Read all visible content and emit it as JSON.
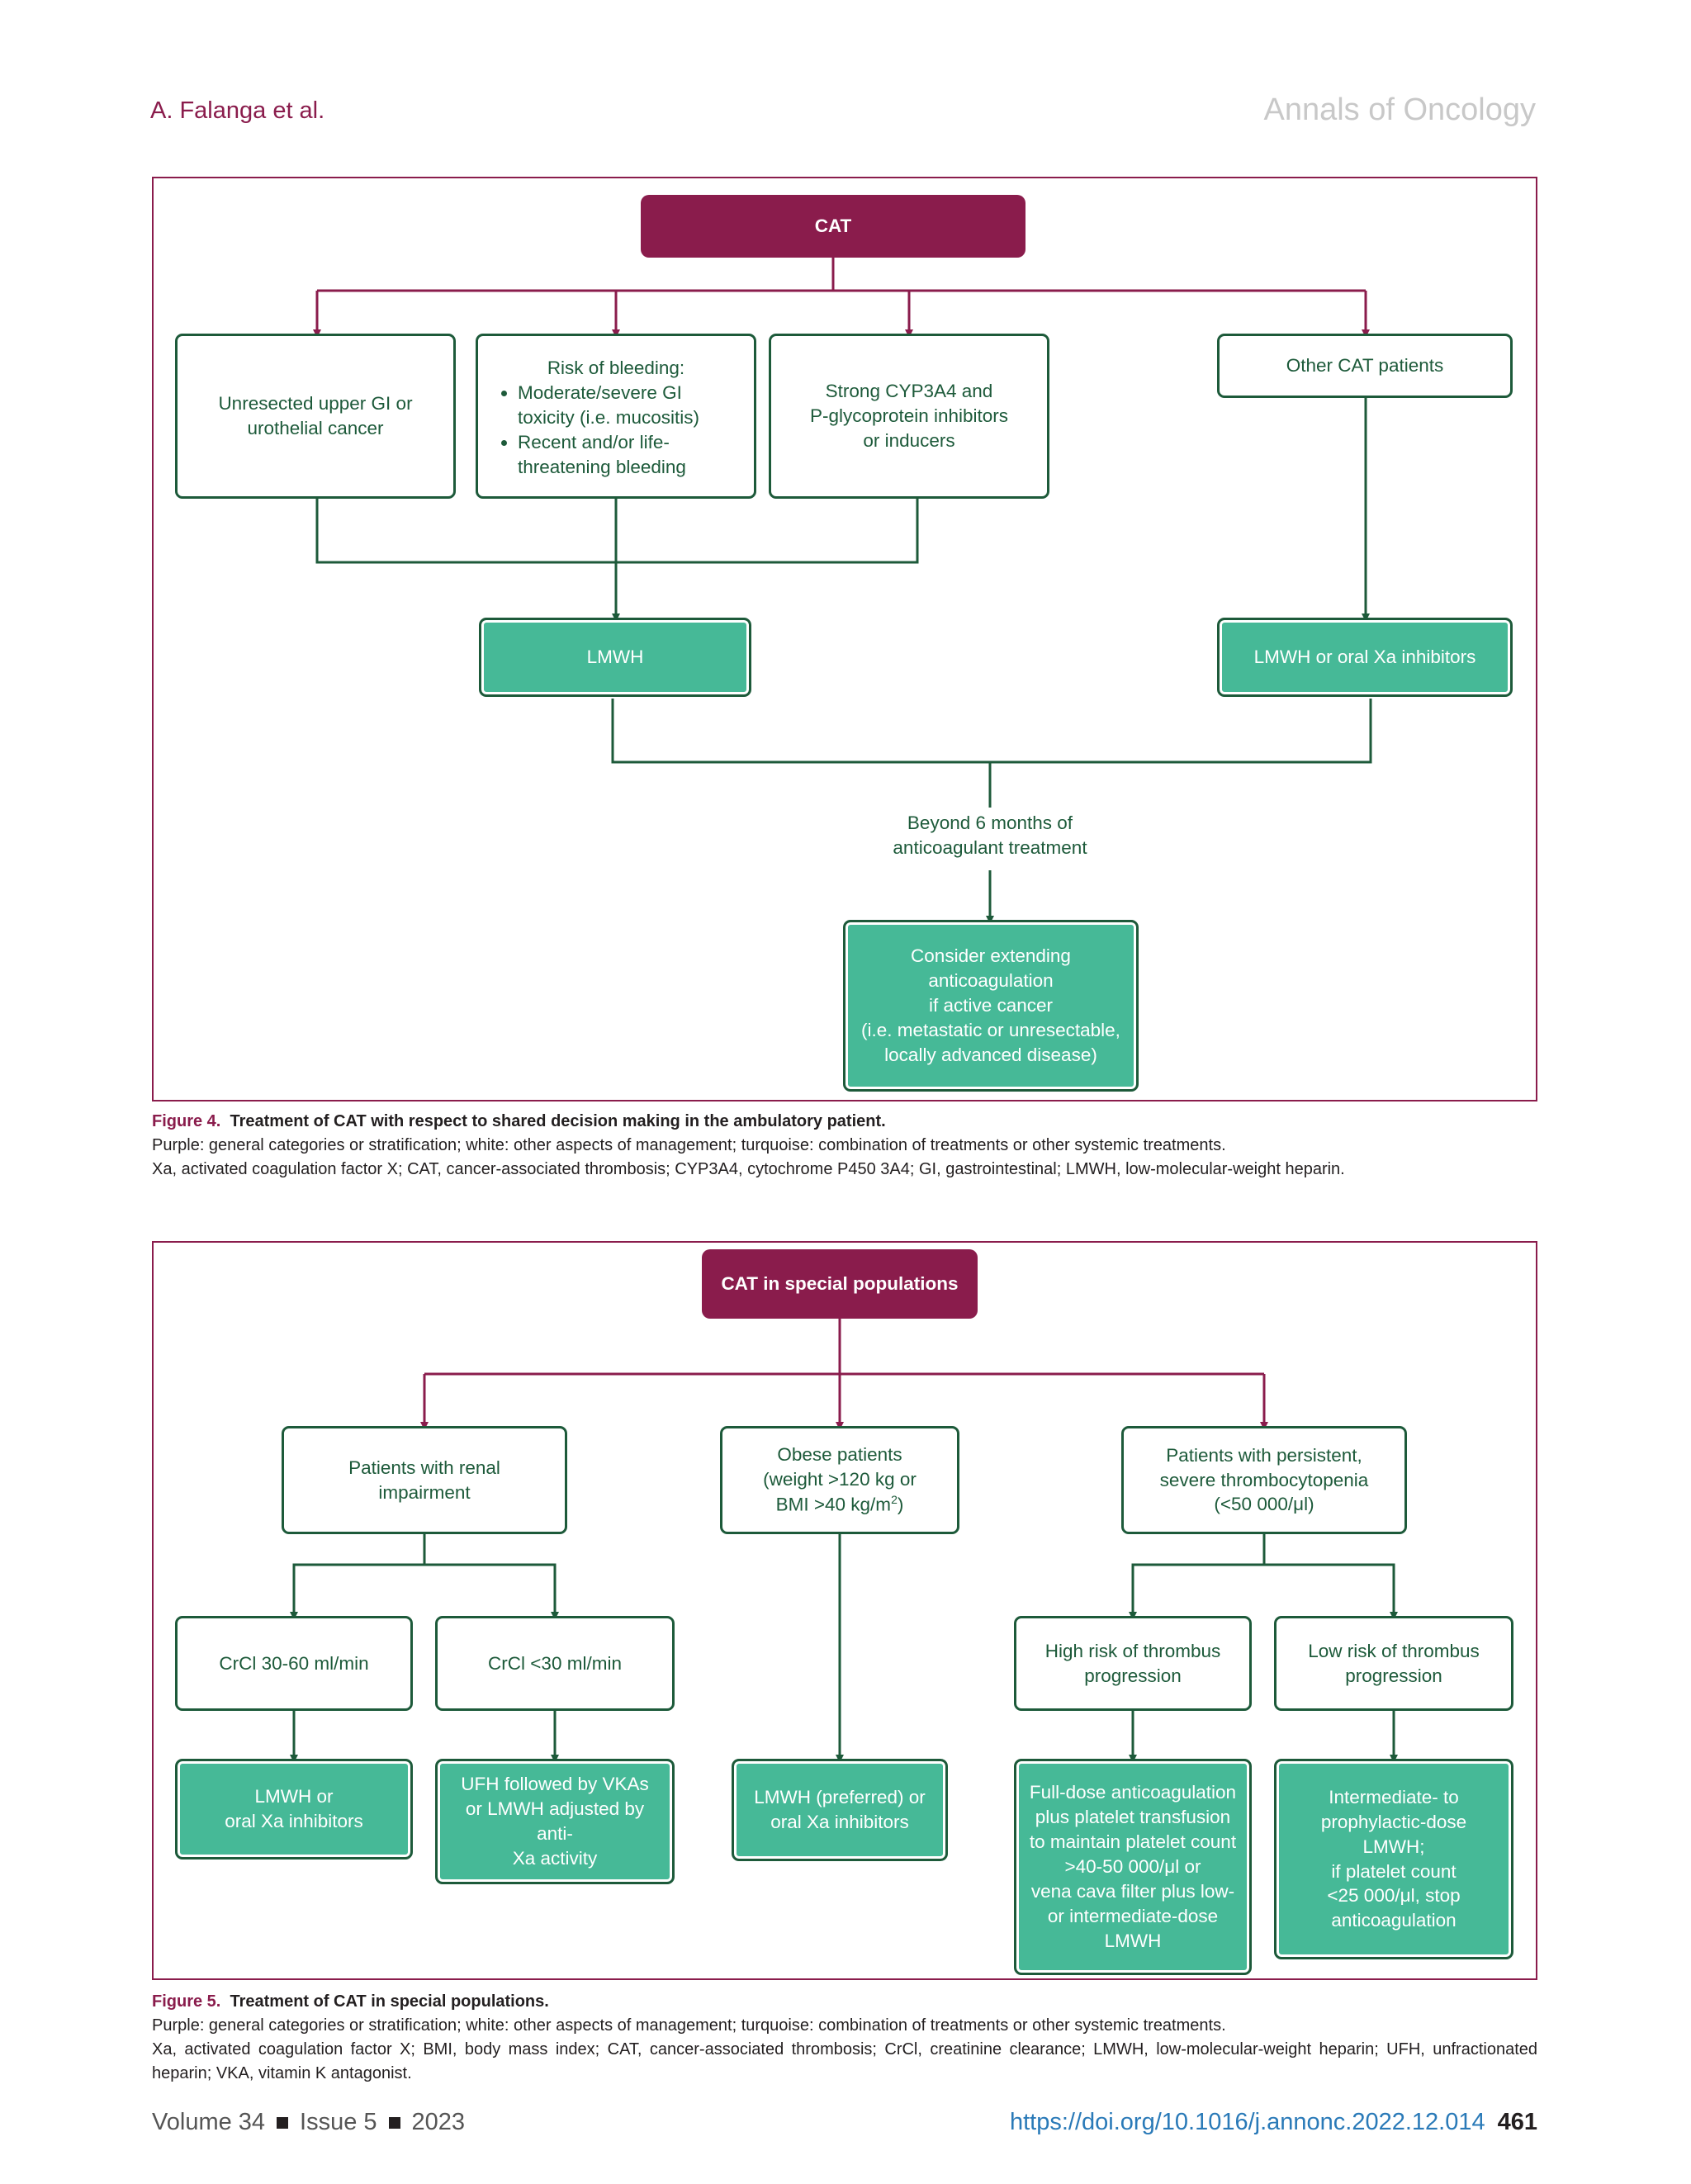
{
  "header": {
    "author": "A. Falanga et al.",
    "journal": "Annals of Oncology"
  },
  "figure4": {
    "cat": "CAT",
    "upper_gi": "Unresected upper GI or\nurothelial cancer",
    "risk_title": "Risk of bleeding:",
    "risk_items": [
      "Moderate/severe GI toxicity (i.e. mucositis)",
      "Recent and/or life-threatening bleeding"
    ],
    "cyp": "Strong CYP3A4 and\nP-glycoprotein inhibitors\nor inducers",
    "other": "Other CAT patients",
    "lmwh": "LMWH",
    "lmwh_xa": "LMWH or oral Xa inhibitors",
    "beyond": "Beyond 6 months of\nanticoagulant treatment",
    "consider": "Consider extending anticoagulation\nif active cancer\n(i.e. metastatic or unresectable,\nlocally advanced disease)"
  },
  "caption4": {
    "num": "Figure 4.",
    "title": "Treatment of CAT with respect to shared decision making in the ambulatory patient.",
    "line1": "Purple: general categories or stratification; white: other aspects of management; turquoise: combination of treatments or other systemic treatments.",
    "line2": "Xa, activated coagulation factor X; CAT, cancer-associated thrombosis; CYP3A4, cytochrome P450 3A4; GI, gastrointestinal; LMWH, low-molecular-weight heparin."
  },
  "figure5": {
    "top": "CAT in special populations",
    "renal": "Patients with renal\nimpairment",
    "obese_line1": "Obese patients",
    "obese_line2": "(weight >120 kg or",
    "obese_line3a": "BMI >40 kg/m",
    "obese_sup": "2",
    "obese_line3b": ")",
    "thrombo": "Patients with persistent,\nsevere thrombocytopenia\n(<50 000/μl)",
    "crcl3060": "CrCl 30-60 ml/min",
    "crcl30": "CrCl <30 ml/min",
    "high_risk": "High risk of thrombus\nprogression",
    "low_risk": "Low risk of thrombus\nprogression",
    "t_lmwh_xa": "LMWH or\noral Xa inhibitors",
    "t_ufh": "UFH followed by VKAs\nor LMWH adjusted by anti-\nXa activity",
    "t_preferred": "LMWH (preferred) or\noral Xa inhibitors",
    "t_fulldose": "Full-dose anticoagulation\nplus platelet transfusion\nto maintain platelet count\n>40-50 000/μl or\nvena cava filter plus low-\nor intermediate-dose\nLMWH",
    "t_intermediate": "Intermediate- to\nprophylactic-dose\nLMWH;\nif platelet count\n<25 000/μl, stop\nanticoagulation"
  },
  "caption5": {
    "num": "Figure 5.",
    "title": "Treatment of CAT in special populations.",
    "line1": "Purple: general categories or stratification; white: other aspects of management; turquoise: combination of treatments or other systemic treatments.",
    "line2": "Xa, activated coagulation factor X; BMI, body mass index; CAT, cancer-associated thrombosis; CrCl, creatinine clearance; LMWH, low-molecular-weight heparin; UFH, unfractionated heparin; VKA, vitamin K antagonist."
  },
  "footer": {
    "volume": "Volume 34",
    "issue": "Issue 5",
    "year": "2023",
    "doi": "https://doi.org/10.1016/j.annonc.2022.12.014",
    "page": "461"
  },
  "colors": {
    "purple": "#8a1c4c",
    "dark_green": "#1d5a3a",
    "turquoise": "#46b997",
    "doi_blue": "#2a7ab8"
  }
}
